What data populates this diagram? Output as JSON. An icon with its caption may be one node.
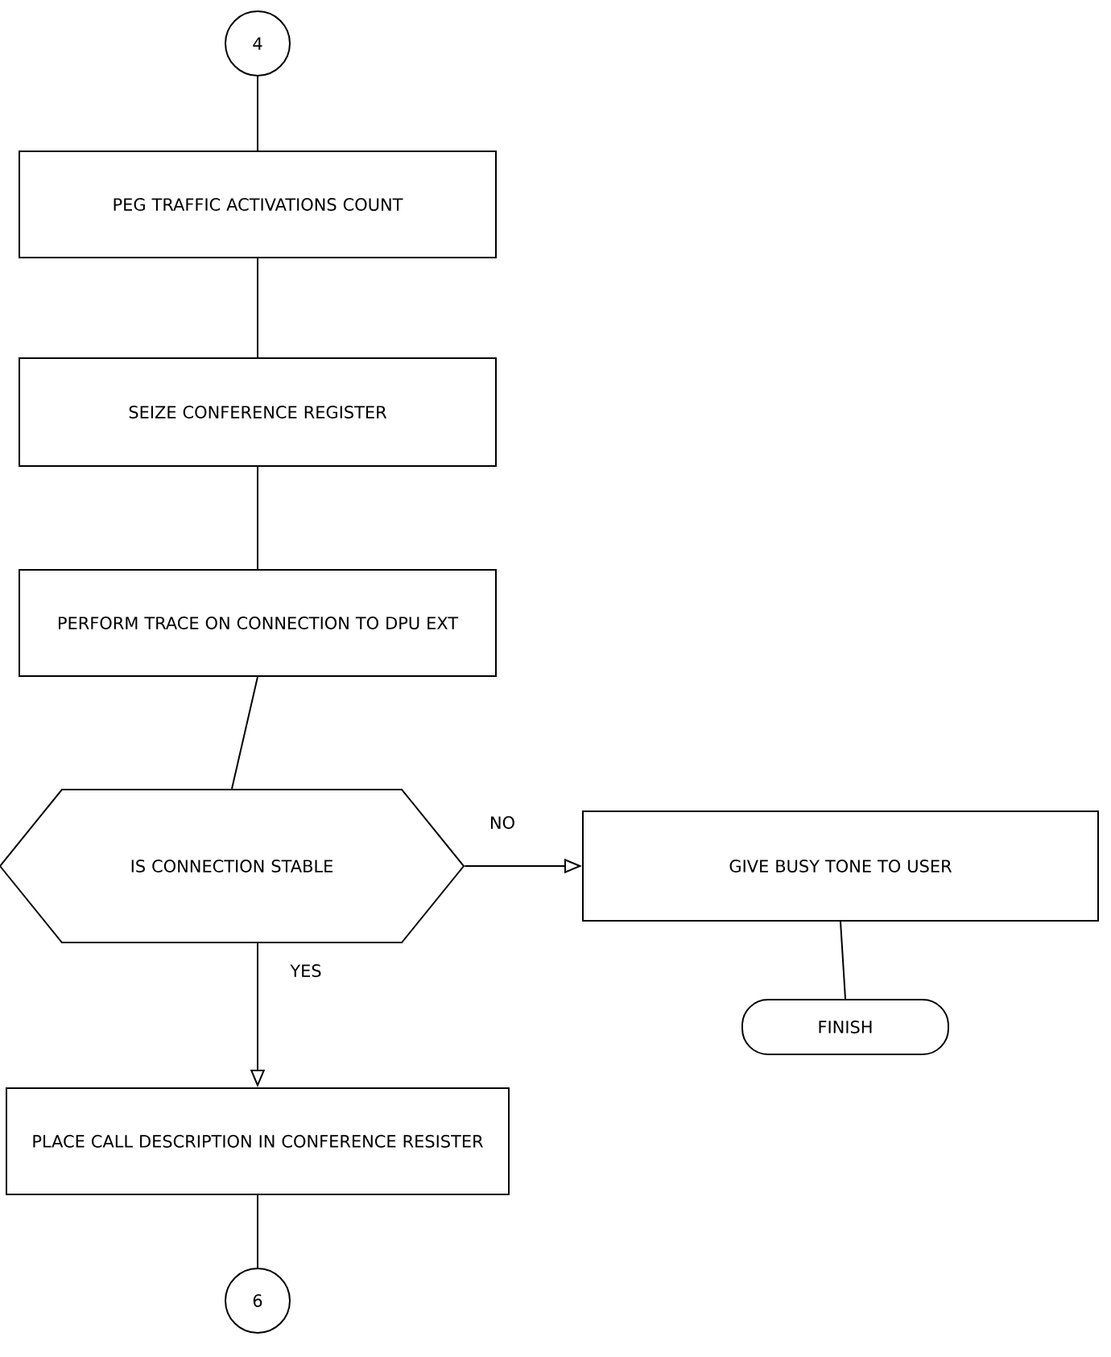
{
  "diagram": {
    "nodes": [
      {
        "text": [
          "4"
        ]
      },
      {
        "text": [
          "PEG TRAFFIC ACTIVATIONS COUNT"
        ]
      },
      {
        "text": [
          "SEIZE CONFERENCE REGISTER"
        ]
      },
      {
        "text": [
          "PERFORM TRACE ON CONNECTION TO DPU EXT"
        ]
      },
      {
        "text": [
          "IS CONNECTION STABLE"
        ]
      },
      {
        "text": [
          "GIVE BUSY TONE TO USER"
        ]
      },
      {
        "text": [
          "FINISH"
        ]
      },
      {
        "text": [
          "PLACE CALL DESCRIPTION IN CONFERENCE RESISTER"
        ]
      },
      {
        "text": [
          "6"
        ]
      }
    ],
    "edges": [
      {
        "from": 0,
        "to": 1,
        "arrow": "none"
      },
      {
        "from": 1,
        "to": 2,
        "arrow": "none"
      },
      {
        "from": 2,
        "to": 3,
        "arrow": "none"
      },
      {
        "from": 3,
        "to": 4,
        "arrow": "none"
      },
      {
        "from": 4,
        "to": 5,
        "arrow": "to",
        "label": "NO"
      },
      {
        "from": 5,
        "to": 6,
        "arrow": "none"
      },
      {
        "from": 4,
        "to": 7,
        "arrow": "to",
        "label": "YES"
      },
      {
        "from": 7,
        "to": 8,
        "arrow": "none"
      }
    ]
  }
}
